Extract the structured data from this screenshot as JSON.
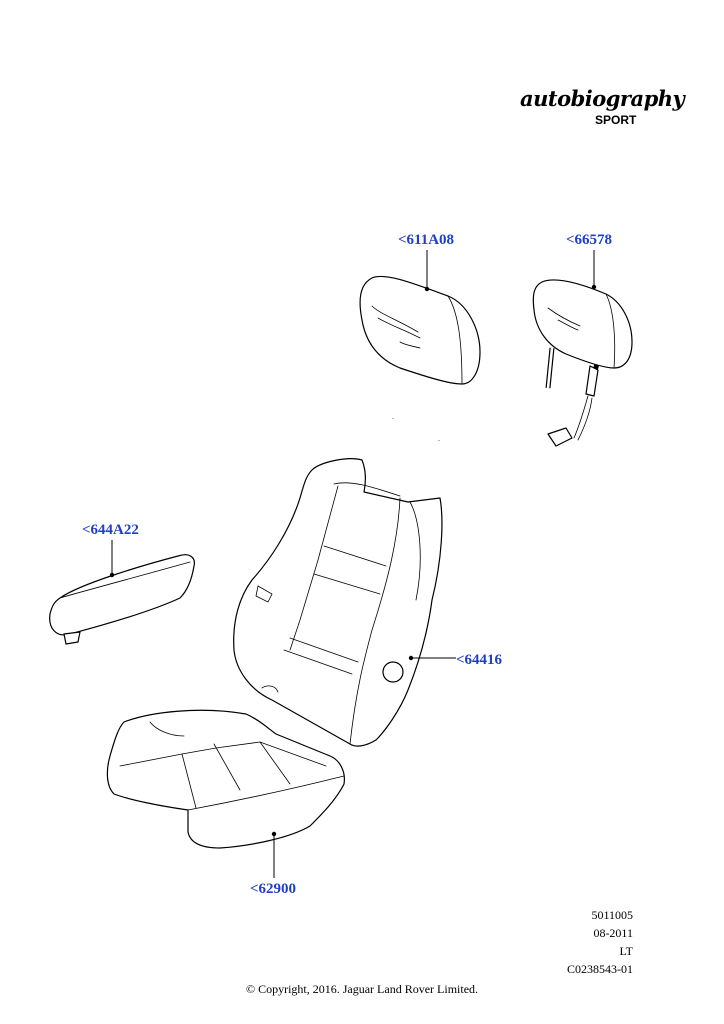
{
  "brand": {
    "script": "autobiography",
    "sub": "SPORT"
  },
  "callouts": [
    {
      "id": "headrest-1",
      "label": "<611A08"
    },
    {
      "id": "headrest-2",
      "label": "<66578"
    },
    {
      "id": "armrest",
      "label": "<644A22"
    },
    {
      "id": "seat-back",
      "label": "<64416"
    },
    {
      "id": "seat-cushion",
      "label": "<62900"
    }
  ],
  "meta": {
    "code": "5011005",
    "date": "08-2011",
    "region": "LT",
    "illustration": "C0238543-01"
  },
  "copyright": "© Copyright, 2016. Jaguar Land Rover Limited."
}
